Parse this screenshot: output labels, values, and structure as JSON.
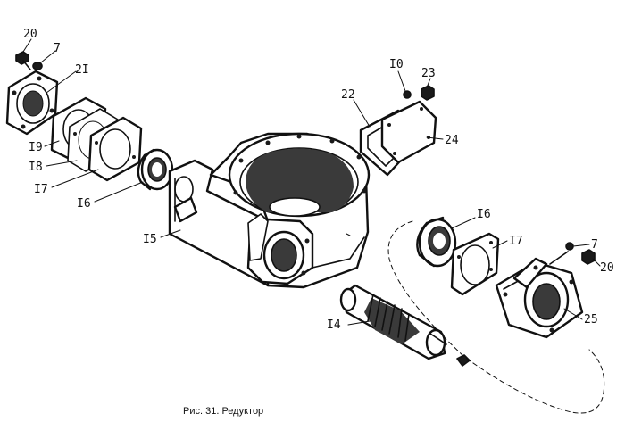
{
  "caption": "Рис. 31. Редуктор",
  "labels": {
    "l20a": "20",
    "l7a": "7",
    "l21": "2I",
    "l19": "I9",
    "l18": "I8",
    "l17a": "I7",
    "l16a": "I6",
    "l15": "I5",
    "l22": "22",
    "l10": "I0",
    "l23": "23",
    "l24": "24",
    "l16b": "I6",
    "l17b": "I7",
    "l7b": "7",
    "l20b": "20",
    "l25": "25",
    "l14": "I4"
  },
  "colors": {
    "ink": "#111111",
    "paper": "#ffffff"
  }
}
